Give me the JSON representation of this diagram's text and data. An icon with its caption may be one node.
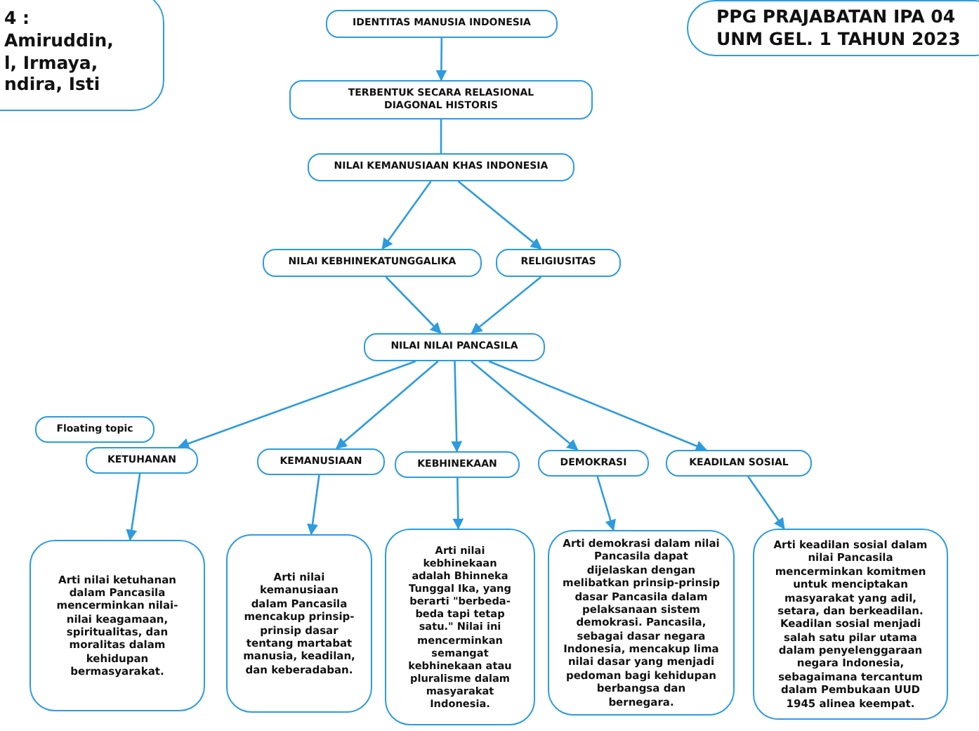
{
  "diagram": {
    "nodes": [
      {
        "text": [
          "4 : Amiruddin, l, Irmaya, ndira, Isti"
        ]
      },
      {
        "text": [
          "PPG PRAJABATAN IPA 04 UNM GEL. 1 TAHUN 2023"
        ]
      },
      {
        "text": [
          "IDENTITAS MANUSIA INDONESIA"
        ]
      },
      {
        "text": [
          "TERBENTUK SECARA RELASIONAL DIAGONAL HISTORIS"
        ]
      },
      {
        "text": [
          "NILAI KEMANUSIAAN KHAS INDONESIA"
        ]
      },
      {
        "text": [
          "NILAI KEBHINEKATUNGGALIKA"
        ]
      },
      {
        "text": [
          "RELIGIUSITAS"
        ]
      },
      {
        "text": [
          "NILAI NILAI PANCASILA"
        ]
      },
      {
        "text": [
          "Floating topic"
        ]
      },
      {
        "text": [
          "KETUHANAN"
        ]
      },
      {
        "text": [
          "KEMANUSIAAN"
        ]
      },
      {
        "text": [
          "KEBHINEKAAN"
        ]
      },
      {
        "text": [
          "DEMOKRASI"
        ]
      },
      {
        "text": [
          "KEADILAN SOSIAL"
        ]
      },
      {
        "text": [
          "Arti nilai ketuhanan dalam Pancasila mencerminkan nilai-nilai keagamaan, spiritualitas, dan moralitas dalam kehidupan bermasyarakat."
        ]
      },
      {
        "text": [
          "Arti nilai kemanusiaan dalam Pancasila mencakup prinsip-prinsip dasar tentang martabat manusia, keadilan, dan keberadaban."
        ]
      },
      {
        "text": [
          "Arti nilai kebhinekaan adalah Bhinneka Tunggal Ika, yang berarti \"berbeda-beda tapi tetap satu.\" Nilai ini mencerminkan semangat kebhinekaan atau pluralisme dalam masyarakat Indonesia."
        ]
      },
      {
        "text": [
          "Arti demokrasi dalam nilai Pancasila dapat dijelaskan dengan melibatkan prinsip-prinsip dasar Pancasila dalam pelaksanaan sistem demokrasi. Pancasila, sebagai dasar negara Indonesia, mencakup lima nilai dasar yang menjadi pedoman bagi kehidupan berbangsa dan bernegara."
        ]
      },
      {
        "text": [
          "Arti keadilan sosial dalam nilai Pancasila mencerminkan komitmen untuk menciptakan masyarakat yang adil, setara, dan berkeadilan. Keadilan sosial menjadi salah satu pilar utama dalam penyelenggaraan negara Indonesia, sebagaimana tercantum dalam Pembukaan UUD 1945 alinea keempat."
        ]
      }
    ],
    "edges": [
      {
        "from": 2,
        "to": 3,
        "arrow": "to"
      },
      {
        "from": 3,
        "to": 4,
        "arrow": "none"
      },
      {
        "from": 4,
        "to": 5,
        "arrow": "to"
      },
      {
        "from": 4,
        "to": 6,
        "arrow": "to"
      },
      {
        "from": 5,
        "to": 7,
        "arrow": "to"
      },
      {
        "from": 6,
        "to": 7,
        "arrow": "to"
      },
      {
        "from": 7,
        "to": 9,
        "arrow": "to"
      },
      {
        "from": 7,
        "to": 10,
        "arrow": "to"
      },
      {
        "from": 7,
        "to": 11,
        "arrow": "to"
      },
      {
        "from": 7,
        "to": 12,
        "arrow": "to"
      },
      {
        "from": 7,
        "to": 13,
        "arrow": "to"
      },
      {
        "from": 9,
        "to": 14,
        "arrow": "to"
      },
      {
        "from": 10,
        "to": 15,
        "arrow": "to"
      },
      {
        "from": 11,
        "to": 16,
        "arrow": "to"
      },
      {
        "from": 12,
        "to": 17,
        "arrow": "to"
      },
      {
        "from": 13,
        "to": 18,
        "arrow": "to"
      }
    ]
  }
}
